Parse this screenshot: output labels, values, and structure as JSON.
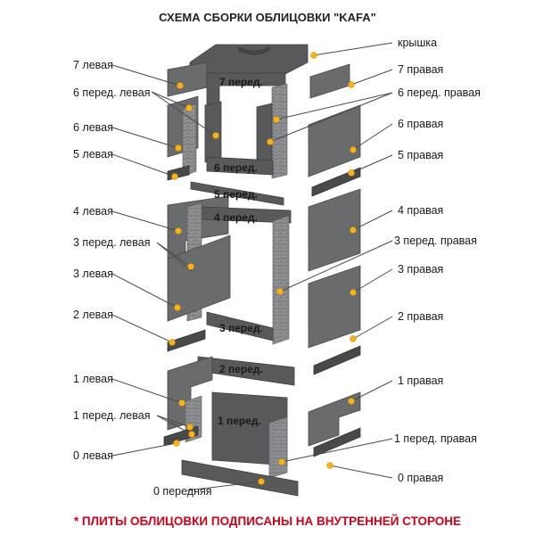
{
  "title": "СХЕМА СБОРКИ ОБЛИЦОВКИ  \"KAFA\"",
  "footnote": "* ПЛИТЫ ОБЛИЦОВКИ ПОДПИСАНЫ НА ВНУТРЕННЕЙ СТОРОНЕ",
  "colors": {
    "plate": "#58595b",
    "marker": "#f6b216",
    "footnote": "#d0021b"
  },
  "labels": {
    "left": [
      "7 левая",
      "6 перед. левая",
      "6 левая",
      "5 левая",
      "4 левая",
      "3 перед. левая",
      "3 левая",
      "2 левая",
      "1 левая",
      "1 перед. левая",
      "0 левая",
      "0 передняя"
    ],
    "right": [
      "крышка",
      "7 правая",
      "6 перед. правая",
      "6 правая",
      "5 правая",
      "4 правая",
      "3 перед. правая",
      "3 правая",
      "2 правая",
      "1 правая",
      "1 перед. правая",
      "0 правая"
    ]
  },
  "plate_labels": [
    "7 перед.",
    "6 перед.",
    "5 перед.",
    "4 перед.",
    "3 перед.",
    "2 перед.",
    "1 перед."
  ]
}
